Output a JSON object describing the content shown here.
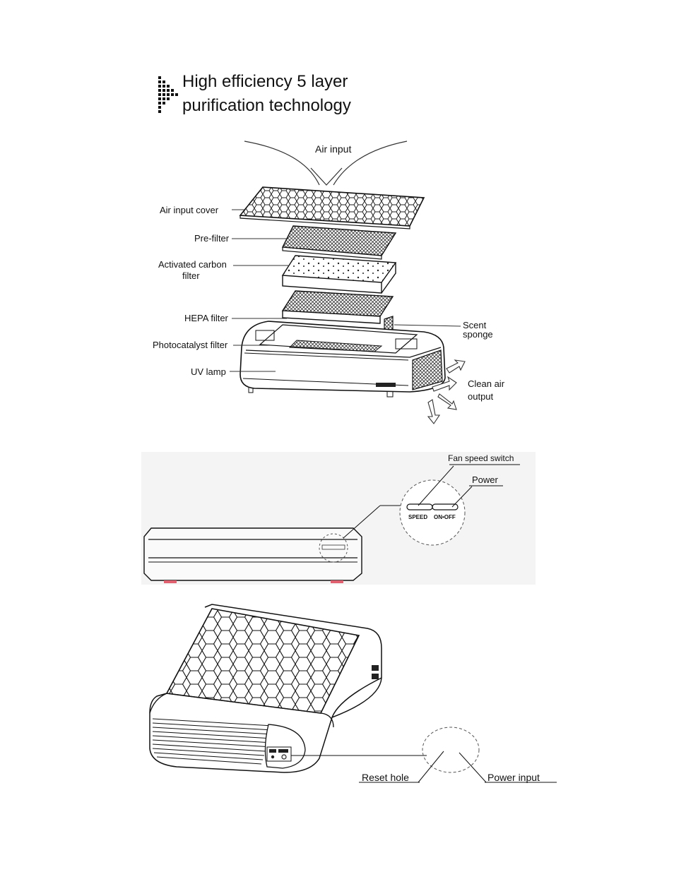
{
  "heading": {
    "line1": "High efficiency 5 layer",
    "line2": "purification technology"
  },
  "exploded_view": {
    "air_input": "Air input",
    "air_input_cover": "Air input cover",
    "pre_filter": "Pre-filter",
    "activated_carbon_line1": "Activated carbon",
    "activated_carbon_line2": "filter",
    "hepa_filter": "HEPA filter",
    "scent_line1": "Scent",
    "scent_line2": "sponge",
    "photocatalyst_filter": "Photocatalyst filter",
    "uv_lamp": "UV lamp",
    "clean_air_line1": "Clean air",
    "clean_air_line2": "output"
  },
  "control_panel": {
    "fan_speed_switch": "Fan speed switch",
    "power": "Power",
    "speed_button": "SPEED",
    "onoff_button": "ON•OFF"
  },
  "rear_view": {
    "reset_hole": "Reset hole",
    "power_input": "Power input"
  }
}
